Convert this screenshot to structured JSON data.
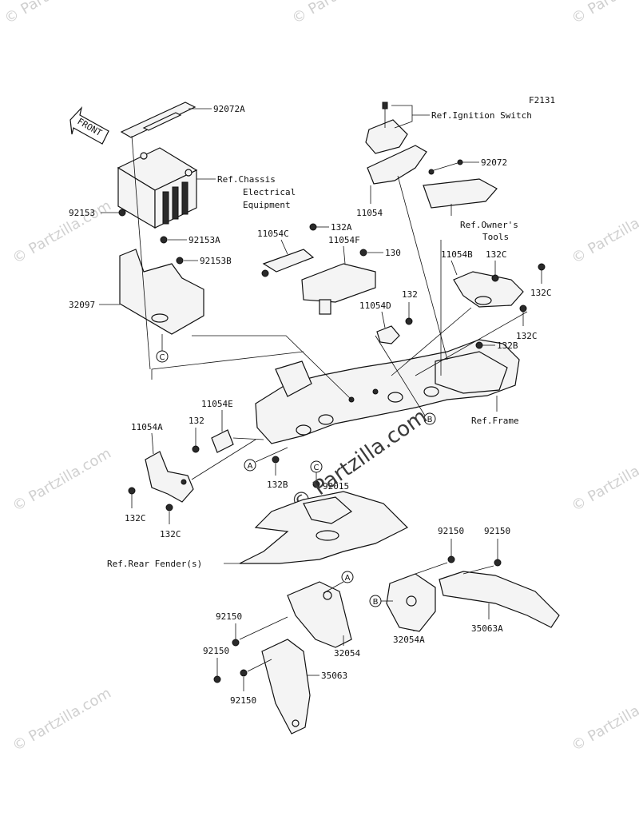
{
  "figure_code": "F2131",
  "front_arrow_label": "FRONT",
  "watermark": "© Partzilla.com",
  "labels": {
    "p92072A": "92072A",
    "ref_chassis_1": "Ref.Chassis",
    "ref_chassis_2": "Electrical",
    "ref_chassis_3": "Equipment",
    "p92153": "92153",
    "p92153A": "92153A",
    "p92153B": "92153B",
    "p32097": "32097",
    "ref_ignition": "Ref.Ignition Switch",
    "p92072": "92072",
    "p11054": "11054",
    "ref_owner_1": "Ref.Owner's",
    "ref_owner_2": "Tools",
    "p11054C": "11054C",
    "p132A": "132A",
    "p11054F": "11054F",
    "p130": "130",
    "p11054B": "11054B",
    "p132C_top": "132C",
    "p132C_right1": "132C",
    "p132C_right2": "132C",
    "p132": "132",
    "p11054D": "11054D",
    "p132B_right": "132B",
    "ref_frame": "Ref.Frame",
    "p11054E": "11054E",
    "p132_left": "132",
    "p11054A": "11054A",
    "p132B_mid": "132B",
    "p92015": "92015",
    "p132C_left1": "132C",
    "p132C_left2": "132C",
    "ref_rear_fender": "Ref.Rear Fender(s)",
    "p92150_a": "92150",
    "p92150_b": "92150",
    "p92150_c": "92150",
    "p92150_d": "92150",
    "p92150_e": "92150",
    "p32054": "32054",
    "p35063": "35063",
    "p32054A": "32054A",
    "p35063A": "35063A"
  },
  "callouts": {
    "A": "A",
    "B": "B",
    "C": "C"
  }
}
